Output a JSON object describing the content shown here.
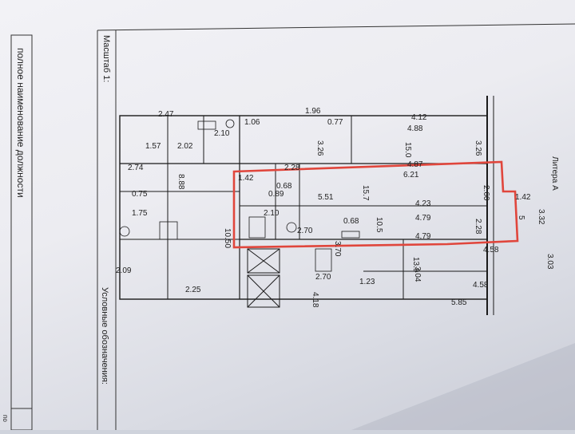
{
  "sidebar": {
    "position_label": "полное наименование должности",
    "legend_label": "Условные обозначения:",
    "scale_label": "Масштаб 1:",
    "bottom_label": "по"
  },
  "plan": {
    "stair_label": "Литера А",
    "dims_top": [
      "1.96",
      "4.12",
      "4.88",
      "2.47",
      "2.10",
      "1.06",
      "0.77",
      "4.87",
      "6.21",
      "2.28",
      "2.74"
    ],
    "dims_left": [
      "1.57",
      "2.02",
      "1.42",
      "0.68",
      "0.75",
      "1.75",
      "2.09",
      "2.25"
    ],
    "dims_mid": [
      "0.89",
      "5.51",
      "4.23",
      "4.79",
      "4.79",
      "2.10",
      "2.70",
      "0.68",
      "1.42",
      "4.58",
      "4.58",
      "5.85",
      "1.23",
      "2.70"
    ],
    "areas": [
      "15.0",
      "15.7",
      "10.5",
      "13.9",
      "5"
    ],
    "vertical_dims": [
      "2.60",
      "3.32",
      "2.28",
      "3.26",
      "3.26",
      "3.04",
      "3.03",
      "10.50",
      "3.70",
      "8.88",
      "4.18"
    ],
    "highlight_color": "#e0463c"
  }
}
